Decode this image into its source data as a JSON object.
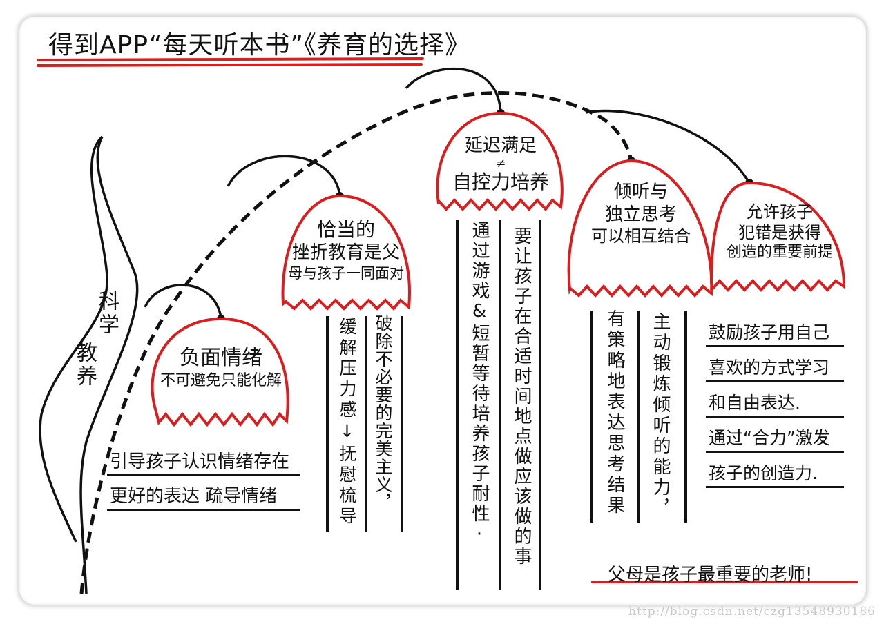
{
  "title": "得到APP“每天听本书”《养育的选择》",
  "theme_colors": {
    "accent": "#d81e1e",
    "ink": "#111111",
    "background": "#ffffff",
    "watermark": "#c8c8c8"
  },
  "trunk": {
    "label_lines": [
      "科学",
      "教养"
    ]
  },
  "nodes": [
    {
      "id": "negative-emotion",
      "bubble_lines": [
        "负面情绪",
        "不可避免只能化解"
      ],
      "detail_style": "underlined-lines",
      "details": [
        "引导孩子认识情绪存在",
        "更好的表达 疏导情绪"
      ]
    },
    {
      "id": "frustration-education",
      "bubble_lines": [
        "恰当的",
        "挫折教育是父",
        "母与孩子一同面对"
      ],
      "detail_style": "vertical-columns",
      "details": [
        "破除不必要的完美主义，",
        "缓解压力感↓抚慰梳导"
      ]
    },
    {
      "id": "delayed-gratification",
      "bubble_lines": [
        "延迟满足",
        "≠",
        "自控力培养"
      ],
      "detail_style": "vertical-columns",
      "details": [
        "要让孩子在合适时间地点做应该做的事",
        "通过游戏&短暂等待培养孩子耐性·"
      ]
    },
    {
      "id": "listening-thinking",
      "bubble_lines": [
        "倾听与",
        "独立思考",
        "可以相互结合"
      ],
      "detail_style": "vertical-columns",
      "details": [
        "主动锻炼倾听的能力，",
        "有策略地表达思考结果"
      ]
    },
    {
      "id": "allow-mistakes",
      "bubble_lines": [
        "允许孩子",
        "犯错是获得",
        "创造的重要前提"
      ],
      "detail_style": "underlined-lines",
      "details": [
        "鼓励孩子用自己",
        "喜欢的方式学习",
        "和自由表达.",
        "通过“合力”激发",
        "孩子的创造力."
      ]
    }
  ],
  "footer": "父母是孩子最重要的老师!",
  "watermark": "http://blog.csdn.net/czg13548930186"
}
